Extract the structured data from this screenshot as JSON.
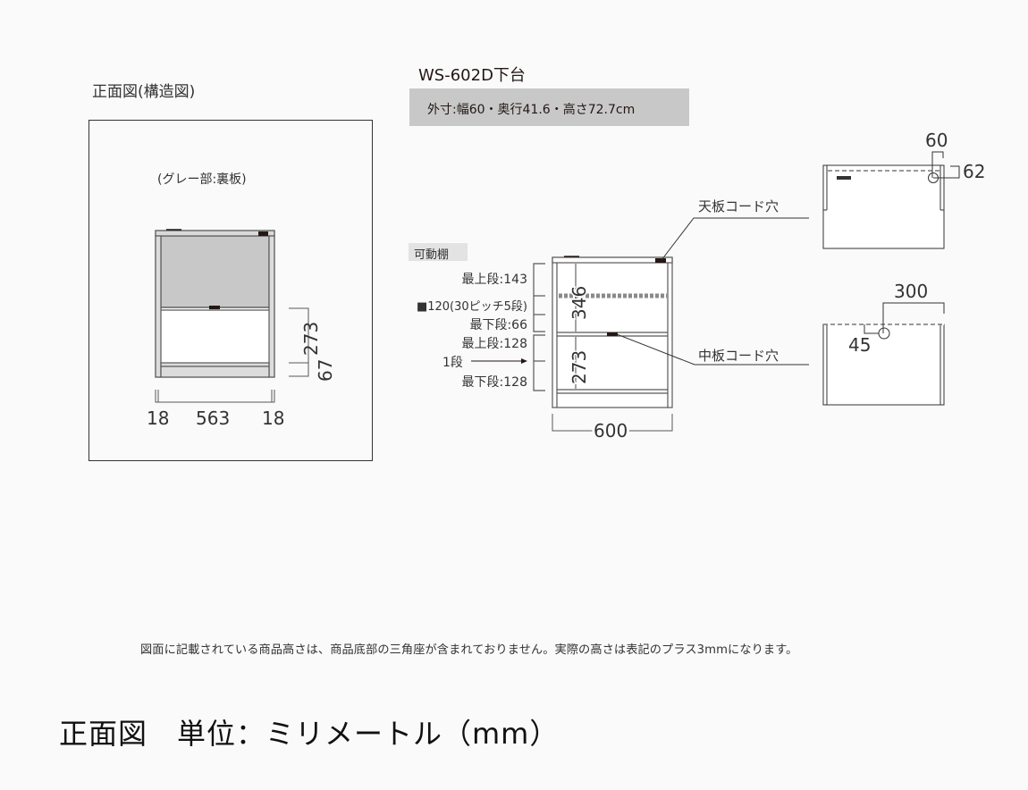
{
  "front_view": {
    "title": "正面図(構造図)",
    "gray_note": "(グレー部:裏板)",
    "dims": {
      "side_left": "18",
      "inner_width": "563",
      "side_right": "18",
      "lower_height": "273",
      "bottom_height": "67"
    }
  },
  "product": {
    "model": "WS-602D下台",
    "spec": "外寸:幅60・奥行41.6・高さ72.7cm"
  },
  "shelf_info": {
    "badge": "可動棚",
    "rows": [
      {
        "label": "最上段:143"
      },
      {
        "label": "■120(30ピッチ5段)"
      },
      {
        "label": "最下段:66"
      },
      {
        "label": "最上段:128"
      },
      {
        "label": "1段"
      },
      {
        "label": "最下段:128"
      }
    ]
  },
  "side_view": {
    "upper_height": "346",
    "lower_height": "273",
    "width": "600",
    "callouts": {
      "top_cord_hole": "天板コード穴",
      "middle_cord_hole": "中板コード穴"
    }
  },
  "top_plan": {
    "dim_x": "60",
    "dim_y": "62"
  },
  "mid_plan": {
    "dim_x": "300",
    "dim_y": "45"
  },
  "note": "図面に記載されている商品高さは、商品底部の三角座が含まれておりません。実際の高さは表記のプラス3mmになります。",
  "footer": "正面図　単位：ミリメートル（mm）",
  "colors": {
    "back_panel_gray": "#c8c8c9",
    "line": "#595757",
    "ink": "#231815",
    "spec_band": "#c8c8c8"
  }
}
